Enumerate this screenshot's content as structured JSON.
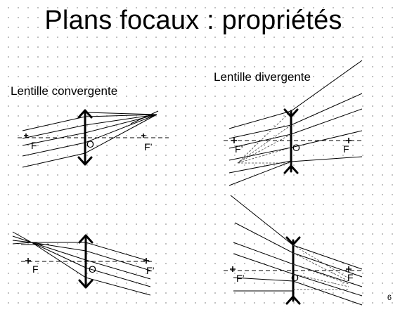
{
  "title": "Plans focaux : propriétés",
  "page_number": "6",
  "panels": [
    {
      "caption": "Lentille convergente",
      "center": "O",
      "left_focus": "F",
      "right_focus": "F’"
    },
    {
      "caption": "Lentille divergente",
      "center": "O",
      "left_focus": "F’",
      "right_focus": "F"
    },
    {
      "caption": "",
      "center": "O",
      "left_focus": "F",
      "right_focus": "F’"
    },
    {
      "caption": "",
      "center": "O",
      "left_focus": "F’",
      "right_focus": "F"
    }
  ]
}
